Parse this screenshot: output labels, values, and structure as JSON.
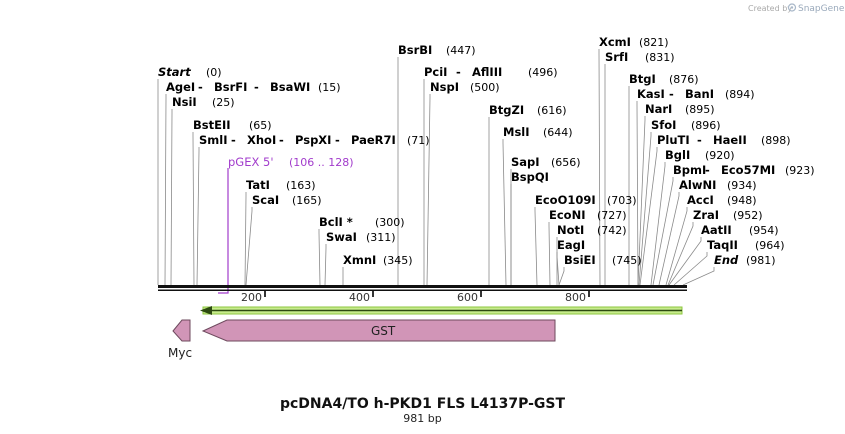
{
  "credit": {
    "prefix": "Created by",
    "brand": "SnapGene"
  },
  "title": "pcDNA4/TO h-PKD1 FLS L4137P-GST",
  "length_label": "981 bp",
  "axis_ticks": [
    "200",
    "400",
    "600",
    "800"
  ],
  "sites": [
    {
      "row": [
        {
          "name": "Start",
          "italic": true
        }
      ],
      "pos": "(0)"
    },
    {
      "row": [
        {
          "name": "AgeI"
        },
        {
          "name": "BsrFI"
        },
        {
          "name": "BsaWI"
        }
      ],
      "pos": "(15)"
    },
    {
      "row": [
        {
          "name": "NsiI"
        }
      ],
      "pos": "(25)"
    },
    {
      "row": [
        {
          "name": "BstEII"
        }
      ],
      "pos": "(65)"
    },
    {
      "row": [
        {
          "name": "SmlI"
        },
        {
          "name": "XhoI"
        },
        {
          "name": "PspXI"
        },
        {
          "name": "PaeR7I"
        }
      ],
      "pos": "(71)"
    },
    {
      "row": [
        {
          "name": "TatI"
        }
      ],
      "pos": "(163)"
    },
    {
      "row": [
        {
          "name": "ScaI"
        }
      ],
      "pos": "(165)"
    },
    {
      "row": [
        {
          "name": "BclI *"
        }
      ],
      "pos": "(300)"
    },
    {
      "row": [
        {
          "name": "SwaI"
        }
      ],
      "pos": "(311)"
    },
    {
      "row": [
        {
          "name": "XmnI"
        }
      ],
      "pos": "(345)"
    },
    {
      "row": [
        {
          "name": "BsrBI"
        }
      ],
      "pos": "(447)"
    },
    {
      "row": [
        {
          "name": "PciI"
        },
        {
          "name": "AflIII"
        }
      ],
      "pos": "(496)"
    },
    {
      "row": [
        {
          "name": "NspI"
        }
      ],
      "pos": "(500)"
    },
    {
      "row": [
        {
          "name": "BtgZI"
        }
      ],
      "pos": "(616)"
    },
    {
      "row": [
        {
          "name": "MslI"
        }
      ],
      "pos": "(644)"
    },
    {
      "row": [
        {
          "name": "SapI"
        }
      ],
      "pos": "(656)"
    },
    {
      "row": [
        {
          "name": "BspQI"
        }
      ],
      "pos": ""
    },
    {
      "row": [
        {
          "name": "EcoO109I"
        }
      ],
      "pos": "(703)"
    },
    {
      "row": [
        {
          "name": "EcoNI"
        }
      ],
      "pos": "(727)"
    },
    {
      "row": [
        {
          "name": "NotI"
        }
      ],
      "pos": "(742)"
    },
    {
      "row": [
        {
          "name": "EagI"
        }
      ],
      "pos": ""
    },
    {
      "row": [
        {
          "name": "BsiEI"
        }
      ],
      "pos": "(745)"
    },
    {
      "row": [
        {
          "name": "XcmI"
        }
      ],
      "pos": "(821)"
    },
    {
      "row": [
        {
          "name": "SrfI"
        }
      ],
      "pos": "(831)"
    },
    {
      "row": [
        {
          "name": "BtgI"
        }
      ],
      "pos": "(876)"
    },
    {
      "row": [
        {
          "name": "KasI"
        },
        {
          "name": "BanI"
        }
      ],
      "pos": "(894)"
    },
    {
      "row": [
        {
          "name": "NarI"
        }
      ],
      "pos": "(895)"
    },
    {
      "row": [
        {
          "name": "SfoI"
        }
      ],
      "pos": "(896)"
    },
    {
      "row": [
        {
          "name": "PluTI"
        },
        {
          "name": "HaeII"
        }
      ],
      "pos": "(898)"
    },
    {
      "row": [
        {
          "name": "BglI"
        }
      ],
      "pos": "(920)"
    },
    {
      "row": [
        {
          "name": "BpmI"
        },
        {
          "name": "Eco57MI"
        }
      ],
      "pos": "(923)"
    },
    {
      "row": [
        {
          "name": "AlwNI"
        }
      ],
      "pos": "(934)"
    },
    {
      "row": [
        {
          "name": "AccI"
        }
      ],
      "pos": "(948)"
    },
    {
      "row": [
        {
          "name": "ZraI"
        }
      ],
      "pos": "(952)"
    },
    {
      "row": [
        {
          "name": "AatII"
        }
      ],
      "pos": "(954)"
    },
    {
      "row": [
        {
          "name": "TaqII"
        }
      ],
      "pos": "(964)"
    },
    {
      "row": [
        {
          "name": "End",
          "italic": true
        }
      ],
      "pos": "(981)"
    }
  ],
  "primer": {
    "name": "pGEX 5'",
    "range": "(106 .. 128)",
    "color": "#a23ccc"
  },
  "features": {
    "gst": {
      "name": "GST",
      "color": "#d195b7"
    },
    "myc": {
      "name": "Myc",
      "color": "#d195b7"
    },
    "orf_color": "#9bd436"
  }
}
